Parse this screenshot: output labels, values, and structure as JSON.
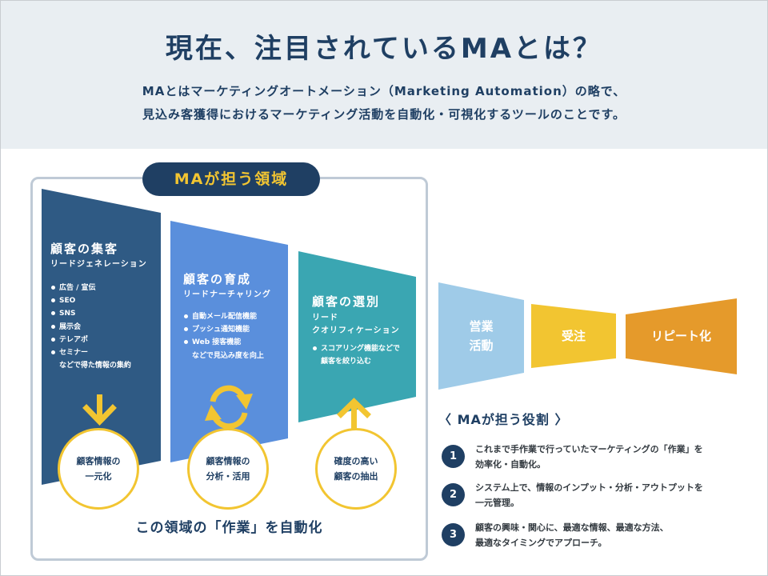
{
  "header": {
    "title": "現在、注目されているMAとは？",
    "desc_line1": "MAとはマーケティングオートメーション（Marketing Automation）の略で、",
    "desc_line2": "見込み客獲得におけるマーケティング活動を自動化・可視化するツールのことです。"
  },
  "ma_area": {
    "badge": "MAが担う領域",
    "automation_label": "この領域の「作業」を自動化"
  },
  "stages": [
    {
      "title": "顧客の集客",
      "subtitle": [
        "リードジェネレーション"
      ],
      "items": [
        "広告 / 宣伝",
        "SEO",
        "SNS",
        "展示会",
        "テレアポ",
        "セミナー"
      ],
      "items_tail": [
        "などで得た情報の集約"
      ],
      "result": [
        "顧客情報の",
        "一元化"
      ],
      "color": "#2f5a84"
    },
    {
      "title": "顧客の育成",
      "subtitle": [
        "リードナーチャリング"
      ],
      "items": [
        "自動メール配信機能",
        "プッシュ通知機能",
        "Web 接客機能"
      ],
      "items_tail": [
        "などで見込み度を向上"
      ],
      "result": [
        "顧客情報の",
        "分析・活用"
      ],
      "color": "#5a8fdc"
    },
    {
      "title": "顧客の選別",
      "subtitle": [
        "リード",
        "クオリフィケーション"
      ],
      "items": [
        "スコアリング機能などで"
      ],
      "items_tail": [
        "顧客を絞り込む"
      ],
      "result": [
        "確度の高い",
        "顧客の抽出"
      ],
      "color": "#3aa6b2"
    }
  ],
  "outer_stages": [
    {
      "label": [
        "営業",
        "活動"
      ],
      "color": "#9fcbe8"
    },
    {
      "label": [
        "受注"
      ],
      "color": "#f2c531"
    },
    {
      "label": [
        "リピート化"
      ],
      "color": "#e59a2b"
    }
  ],
  "roles": {
    "heading": "〈 MAが担う役割 〉",
    "items": [
      {
        "num": "1",
        "line1": "これまで手作業で行っていたマーケティングの「作業」を",
        "line2": "効率化・自動化。"
      },
      {
        "num": "2",
        "line1": "システム上で、情報のインプット・分析・アウトプットを",
        "line2": "一元管理。"
      },
      {
        "num": "3",
        "line1": "顧客の興味・関心に、最適な情報、最適な方法、",
        "line2": "最適なタイミングでアプローチ。"
      }
    ]
  },
  "colors": {
    "navy": "#1f3f63",
    "accent_yellow": "#f2c531",
    "header_bg": "#e9eef2"
  }
}
